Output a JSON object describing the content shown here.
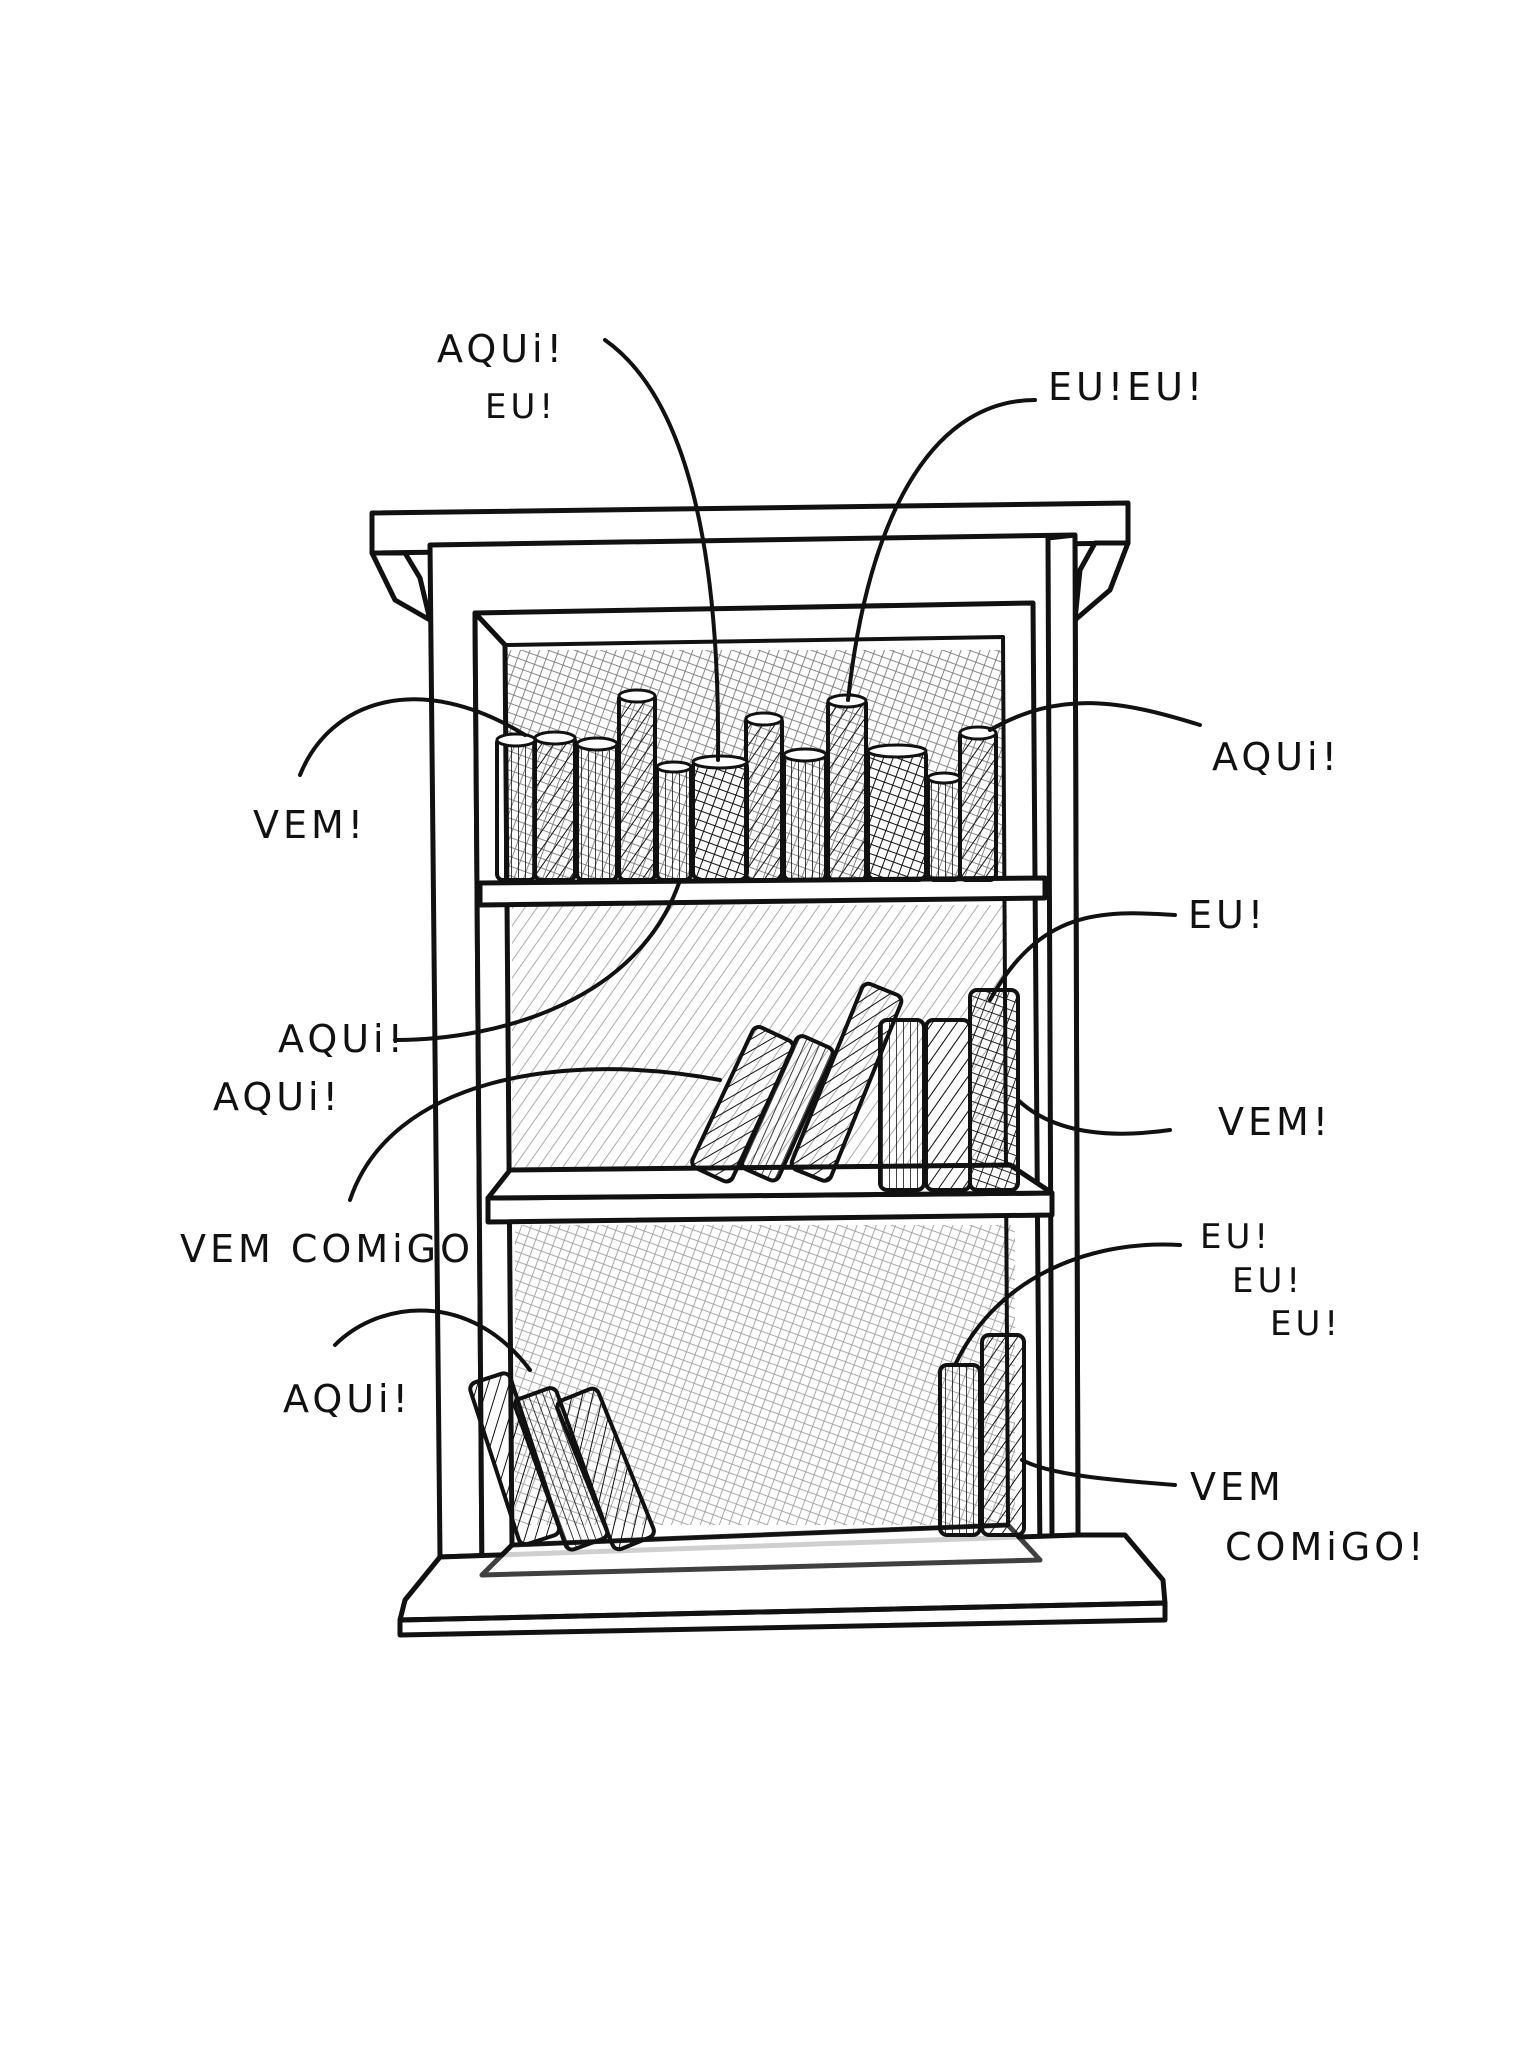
{
  "callouts": {
    "top_left_line1": "AQUi!",
    "top_left_line2": "EU!",
    "top_right": "EU!EU!",
    "shelf1_left": "VEM!",
    "shelf1_right": "AQUi!",
    "shelf2_left_line1": "AQUi!",
    "shelf2_left_line2": "AQUi!",
    "shelf2_right_top": "EU!",
    "shelf2_left_bottom": "VEM COMiGO",
    "shelf2_right_bottom": "VEM!",
    "shelf3_left": "AQUi!",
    "shelf3_right_line1": "EU!",
    "shelf3_right_line2": "EU!",
    "shelf3_right_line3": "EU!",
    "bottom_right_line1": "VEM",
    "bottom_right_line2": "COMiGO!"
  },
  "colors": {
    "ink": "#111111",
    "paper": "#ffffff",
    "shade": "#2a2a2a"
  }
}
